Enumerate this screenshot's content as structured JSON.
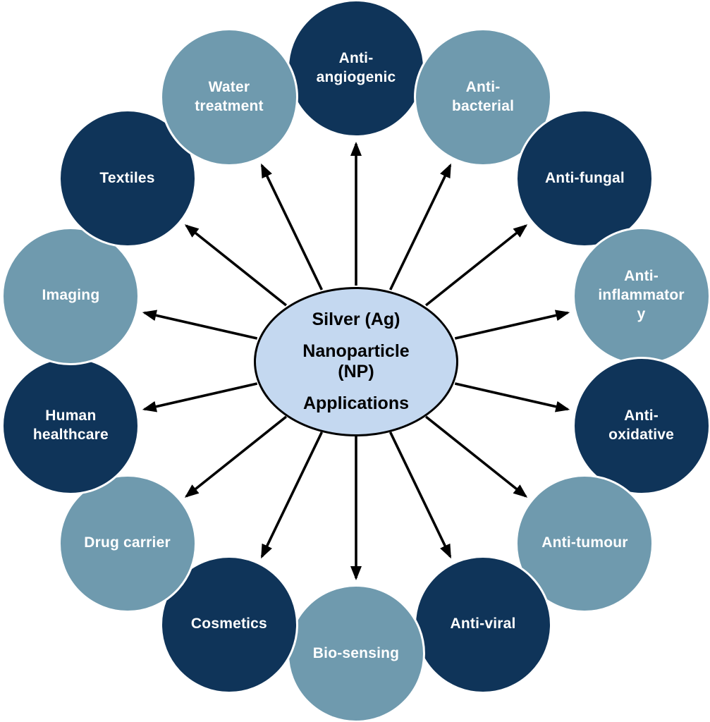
{
  "diagram": {
    "title": "Silver (Ag) Nanoparticle (NP) Applications",
    "center": {
      "lines": [
        "Silver (Ag)",
        "Nanoparticle\n(NP)",
        "Applications"
      ],
      "fill": "#c4d8f0",
      "border": "#000000",
      "text_color": "#000000"
    },
    "colors": {
      "dark": "#0f3459",
      "light": "#6f9aae",
      "node_text": "#ffffff",
      "arrow": "#000000",
      "background": "#ffffff",
      "node_outline": "#ffffff"
    },
    "nodes": [
      {
        "name": "anti-angiogenic",
        "label": "Anti-\nangiogenic",
        "tone": "dark"
      },
      {
        "name": "anti-bacterial",
        "label": "Anti-\nbacterial",
        "tone": "light"
      },
      {
        "name": "anti-fungal",
        "label": "Anti-fungal",
        "tone": "dark"
      },
      {
        "name": "anti-inflammatory",
        "label": "Anti-\ninflammator\ny",
        "tone": "light"
      },
      {
        "name": "anti-oxidative",
        "label": "Anti-\noxidative",
        "tone": "dark"
      },
      {
        "name": "anti-tumour",
        "label": "Anti-tumour",
        "tone": "light"
      },
      {
        "name": "anti-viral",
        "label": "Anti-viral",
        "tone": "dark"
      },
      {
        "name": "bio-sensing",
        "label": "Bio-sensing",
        "tone": "light"
      },
      {
        "name": "cosmetics",
        "label": "Cosmetics",
        "tone": "dark"
      },
      {
        "name": "drug-carrier",
        "label": "Drug carrier",
        "tone": "light"
      },
      {
        "name": "human-healthcare",
        "label": "Human\nhealthcare",
        "tone": "dark"
      },
      {
        "name": "imaging",
        "label": "Imaging",
        "tone": "light"
      },
      {
        "name": "textiles",
        "label": "Textiles",
        "tone": "dark"
      },
      {
        "name": "water-treatment",
        "label": "Water\ntreatment",
        "tone": "light"
      }
    ]
  }
}
